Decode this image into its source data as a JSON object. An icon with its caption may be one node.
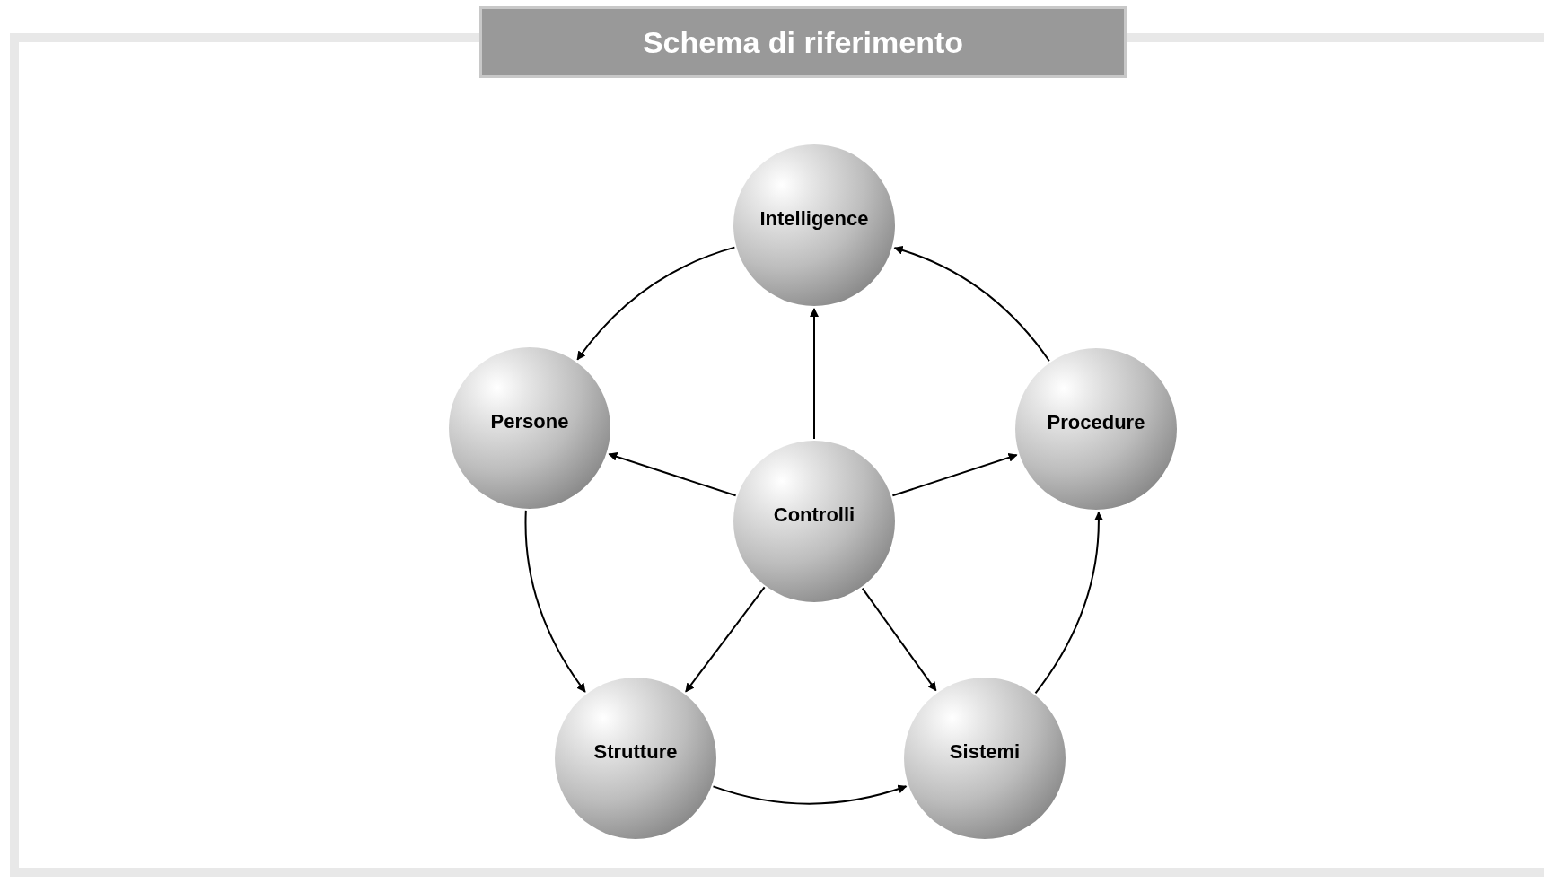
{
  "diagram": {
    "title": "Schema di riferimento",
    "nodes": [
      {
        "text": [
          "Intelligence"
        ]
      },
      {
        "text": [
          "Persone"
        ]
      },
      {
        "text": [
          "Procedure"
        ]
      },
      {
        "text": [
          "Controlli"
        ]
      },
      {
        "text": [
          "Strutture"
        ]
      },
      {
        "text": [
          "Sistemi"
        ]
      }
    ],
    "edges": [
      {
        "from": 0,
        "to": 1,
        "arrow": "to"
      },
      {
        "from": 2,
        "to": 0,
        "arrow": "to"
      },
      {
        "from": 3,
        "to": 0,
        "arrow": "to"
      },
      {
        "from": 3,
        "to": 1,
        "arrow": "to"
      },
      {
        "from": 3,
        "to": 2,
        "arrow": "to"
      },
      {
        "from": 3,
        "to": 4,
        "arrow": "to"
      },
      {
        "from": 3,
        "to": 5,
        "arrow": "to"
      },
      {
        "from": 1,
        "to": 4,
        "arrow": "to"
      },
      {
        "from": 4,
        "to": 5,
        "arrow": "to"
      },
      {
        "from": 5,
        "to": 2,
        "arrow": "to"
      }
    ]
  }
}
